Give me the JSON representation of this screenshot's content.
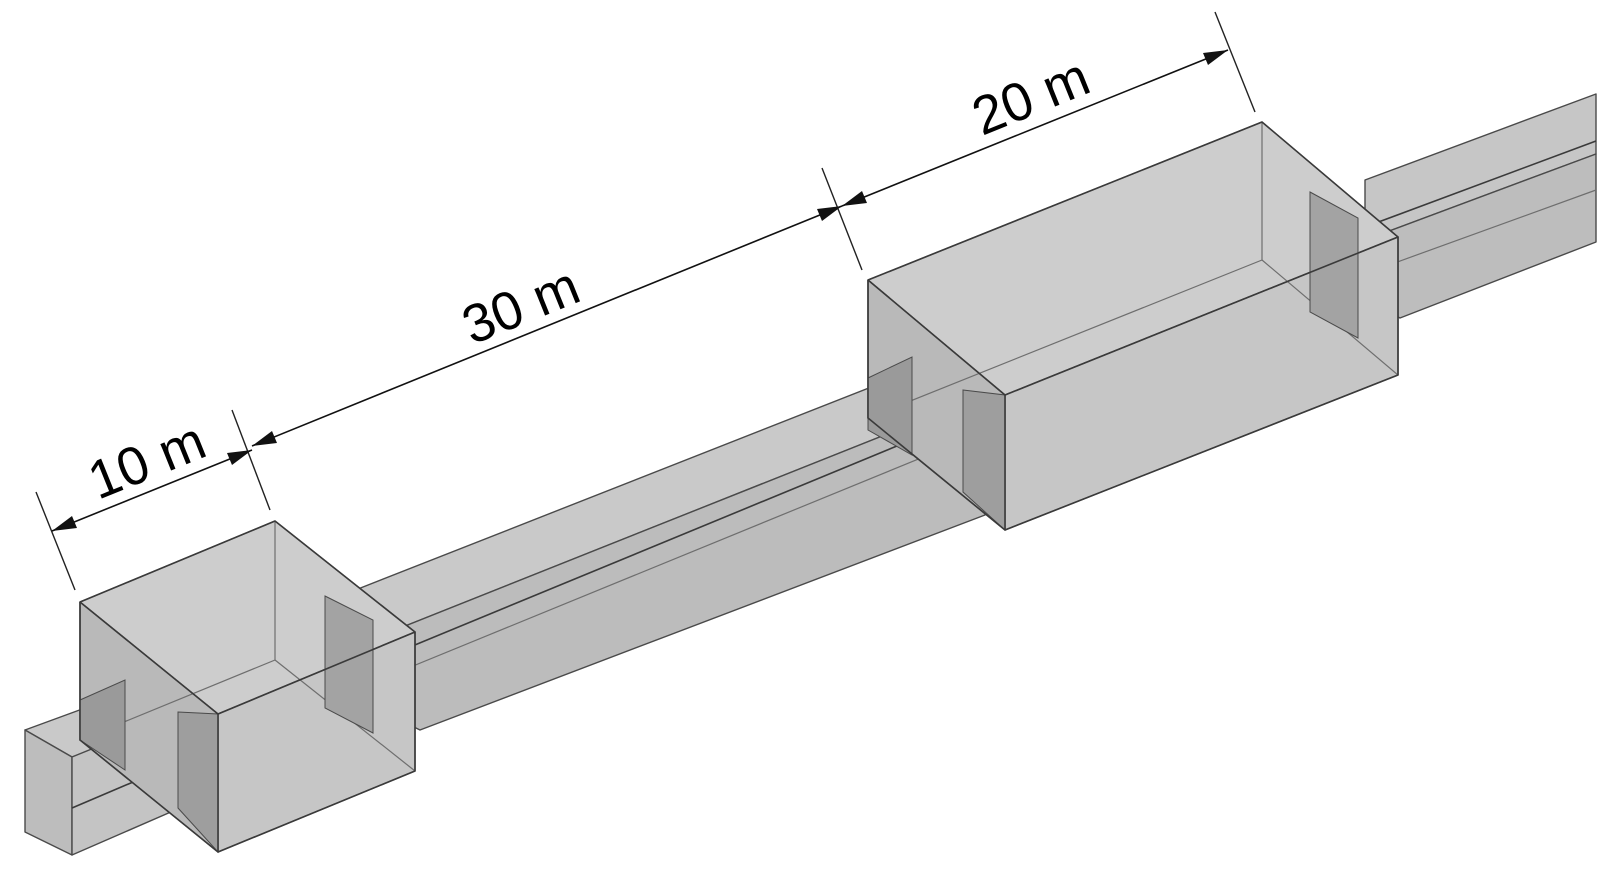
{
  "dimensions": [
    {
      "label": "10 m"
    },
    {
      "label": "30 m"
    },
    {
      "label": "20 m"
    }
  ],
  "colors": {
    "background": "#ffffff",
    "duct_fill": "#c4c4c4",
    "chamber_fill": "#c8c8c8",
    "shaded_panel": "#9a9a9a",
    "edge": "#3a3a3a"
  }
}
